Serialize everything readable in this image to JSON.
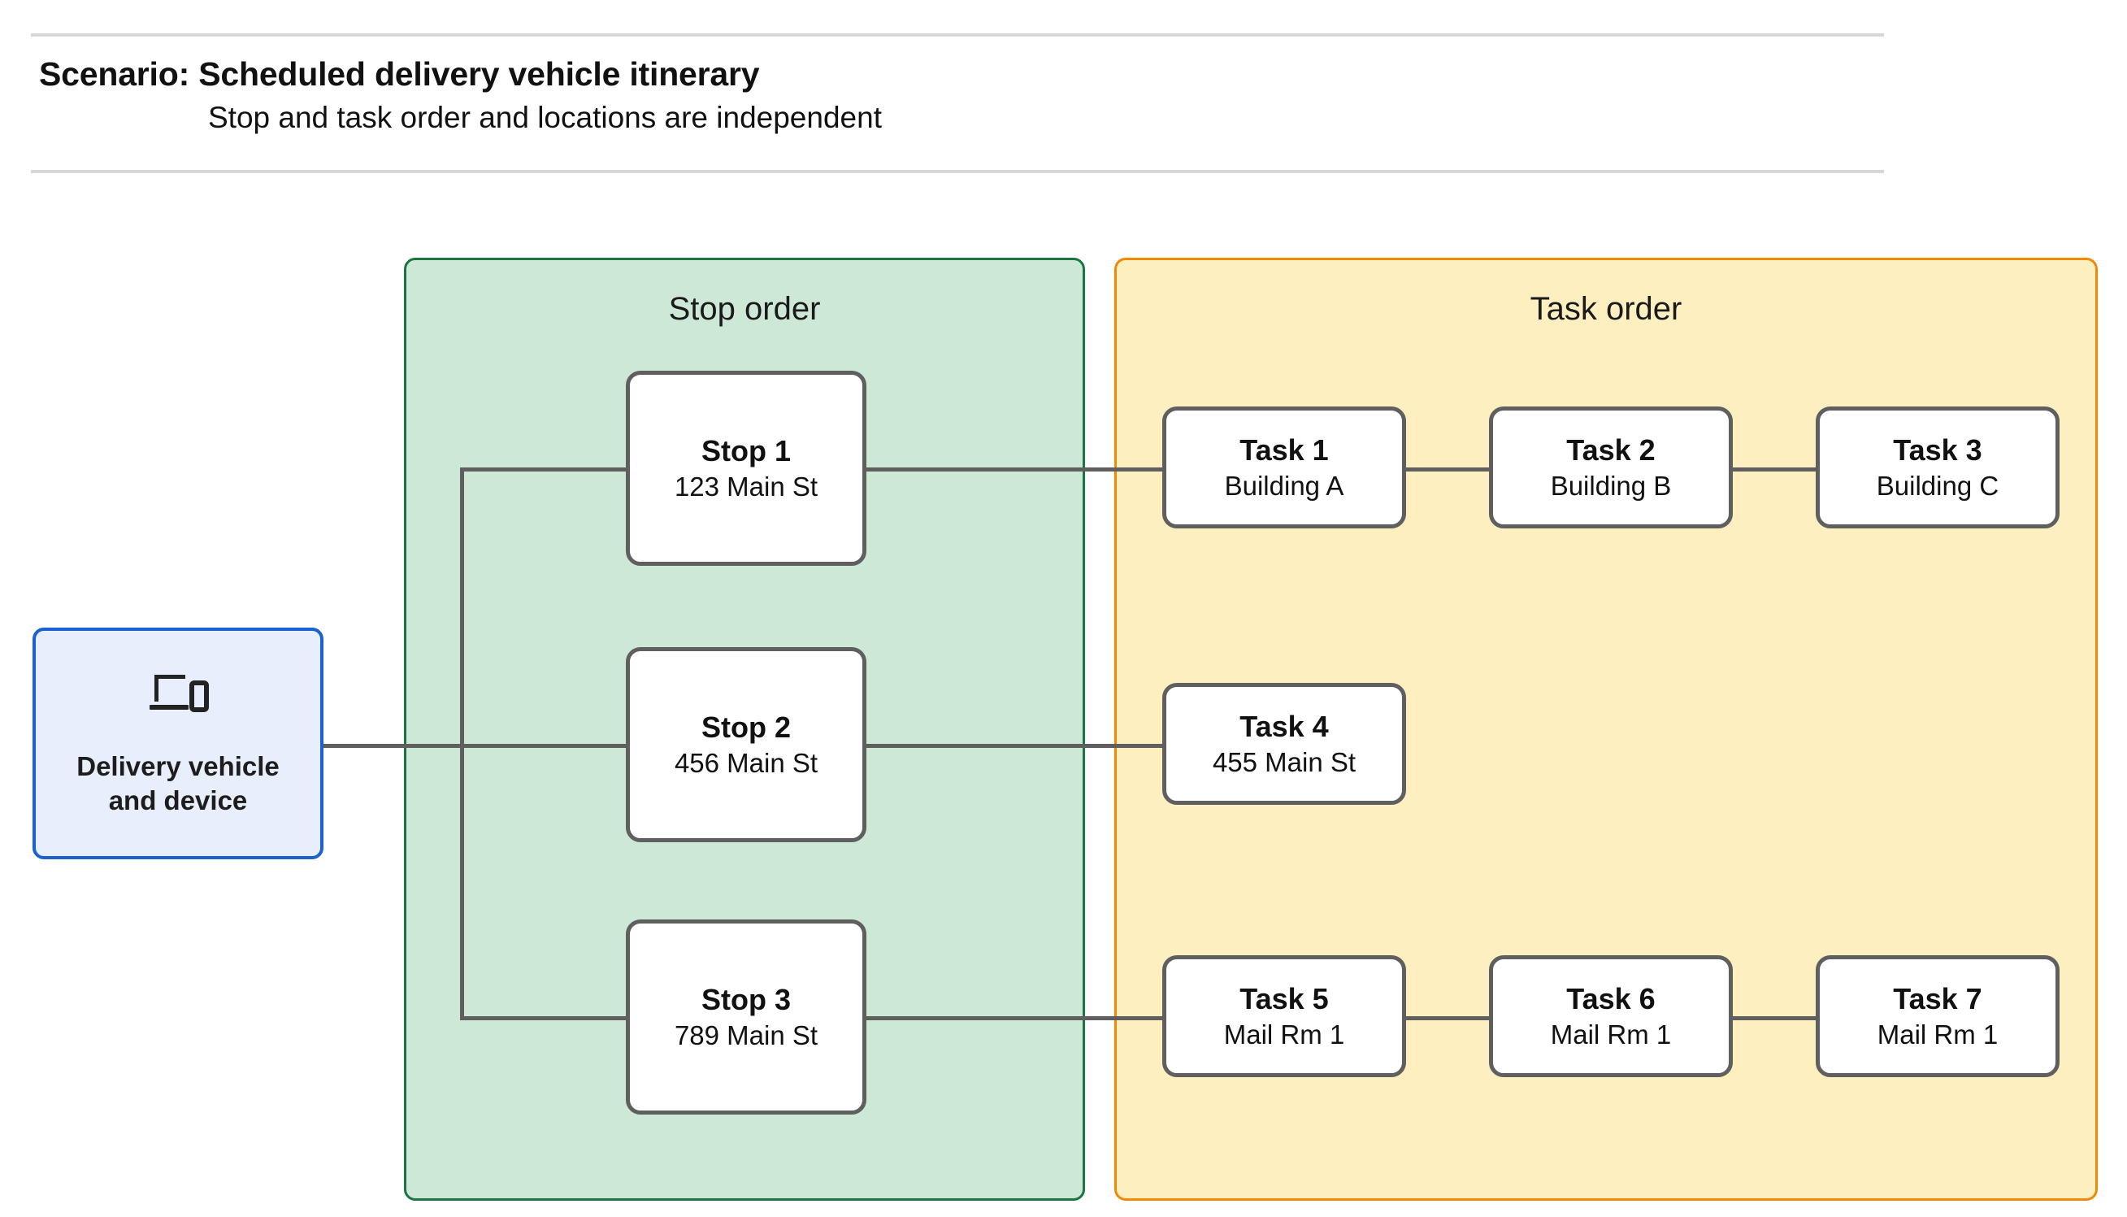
{
  "header": {
    "title": "Scenario: Scheduled delivery vehicle itinerary",
    "subtitle": "Stop and task order and locations are independent"
  },
  "vehicle": {
    "label": "Delivery vehicle\nand device",
    "icon": "devices-icon"
  },
  "panels": {
    "stop_order": {
      "title": "Stop order",
      "fill": "#cee8d7",
      "border": "#1a7540"
    },
    "task_order": {
      "title": "Task order",
      "fill": "#fdefc0",
      "border": "#f08a02"
    }
  },
  "stops": [
    {
      "title": "Stop 1",
      "location": "123 Main St"
    },
    {
      "title": "Stop 2",
      "location": "456 Main St"
    },
    {
      "title": "Stop 3",
      "location": "789 Main St"
    }
  ],
  "task_rows": [
    [
      {
        "title": "Task 1",
        "location": "Building A"
      },
      {
        "title": "Task 2",
        "location": "Building B"
      },
      {
        "title": "Task 3",
        "location": "Building C"
      }
    ],
    [
      {
        "title": "Task 4",
        "location": "455 Main St"
      }
    ],
    [
      {
        "title": "Task 5",
        "location": "Mail Rm 1"
      },
      {
        "title": "Task 6",
        "location": "Mail Rm 1"
      },
      {
        "title": "Task 7",
        "location": "Mail Rm 1"
      }
    ]
  ],
  "colors": {
    "vehicle_fill": "#e8eefb",
    "vehicle_border": "#1a62cf",
    "card_border": "#5f5f5f",
    "wire": "#5f5f5f",
    "rule": "#d6d6d6"
  }
}
